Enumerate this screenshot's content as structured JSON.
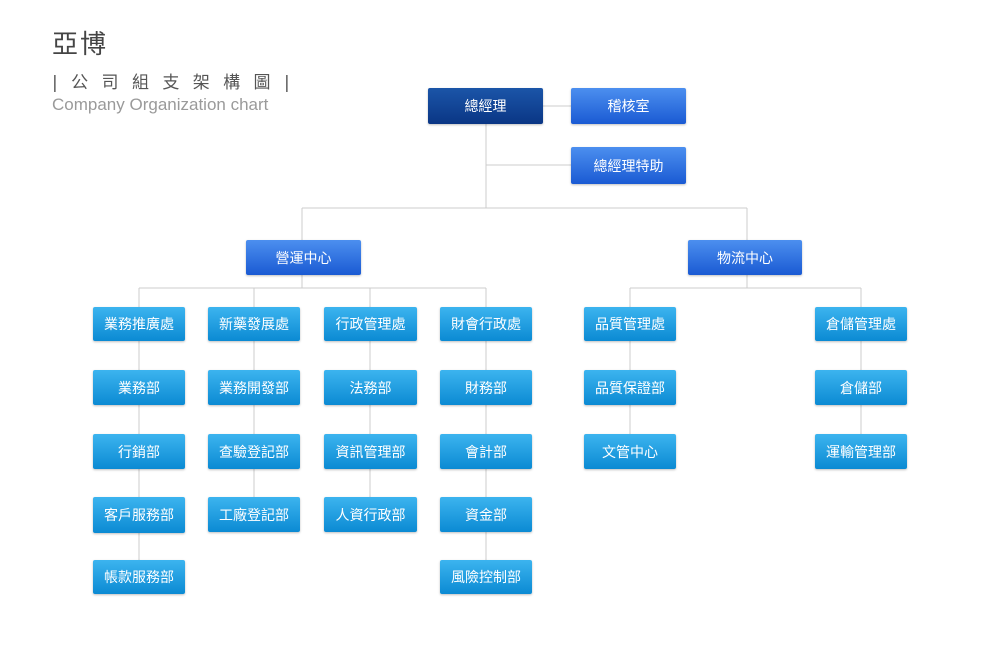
{
  "header": {
    "company": "亞博",
    "subtitle_zh": "| 公 司 組 支 架 構 圖 |",
    "subtitle_en": "Company Organization chart"
  },
  "colors": {
    "top": "#0a3685",
    "level2": "#1a5ad3",
    "dept": "#0b8ad3",
    "line": "#cccccc"
  },
  "org": {
    "gm": "總經理",
    "audit": "稽核室",
    "gm_assistant": "總經理特助",
    "ops_center": "營運中心",
    "logistics_center": "物流中心",
    "ops_columns": [
      [
        "業務推廣處",
        "業務部",
        "行銷部",
        "客戶服務部",
        "帳款服務部"
      ],
      [
        "新藥發展處",
        "業務開發部",
        "查驗登記部",
        "工廠登記部"
      ],
      [
        "行政管理處",
        "法務部",
        "資訊管理部",
        "人資行政部"
      ],
      [
        "財會行政處",
        "財務部",
        "會計部",
        "資金部",
        "風險控制部"
      ]
    ],
    "logistics_columns": [
      [
        "品質管理處",
        "品質保證部",
        "文管中心"
      ],
      [
        "倉儲管理處",
        "倉儲部",
        "運輸管理部"
      ]
    ]
  }
}
